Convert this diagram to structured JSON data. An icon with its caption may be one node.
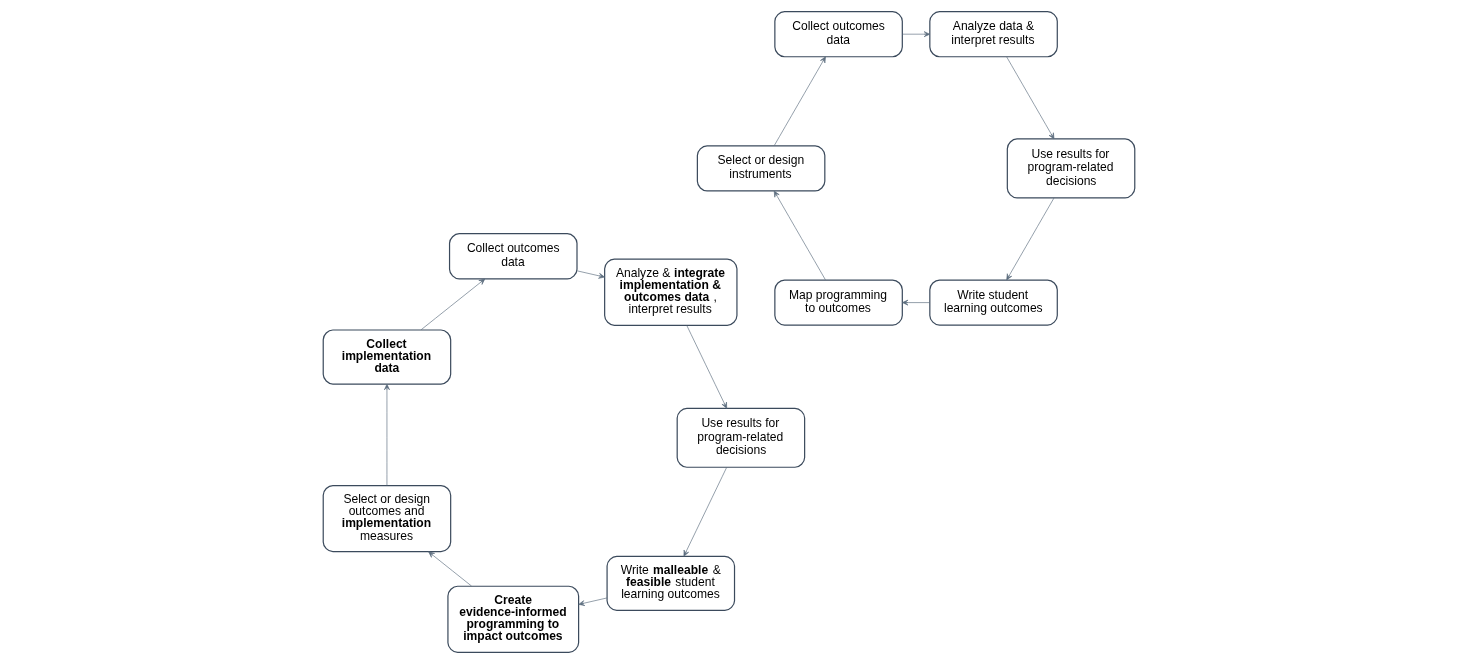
{
  "diagram": {
    "nodes": [
      {
        "text": [
          "Write student learning outcomes"
        ]
      },
      {
        "text": [
          "Map programming to outcomes"
        ]
      },
      {
        "text": [
          "Select or design instruments"
        ]
      },
      {
        "text": [
          "Collect outcomes data"
        ]
      },
      {
        "text": [
          "Analyze data & interpret results"
        ]
      },
      {
        "text": [
          "Use results for program-related decisions"
        ]
      },
      {
        "text": [
          "Write **malleable** & **feasible** student learning outcomes"
        ]
      },
      {
        "text": [
          "Create evidence-informed programming to impact outcomes"
        ]
      },
      {
        "text": [
          "Select or design outcomes and **implementation** measures"
        ]
      },
      {
        "text": [
          "Collect implementation data"
        ]
      },
      {
        "text": [
          "Collect outcomes data"
        ]
      },
      {
        "text": [
          "Analyze & **integrate implementation & outcomes data**, interpret results"
        ]
      },
      {
        "text": [
          "Use results for program-related decisions"
        ]
      }
    ],
    "edges": [
      {
        "from": 0,
        "to": 1,
        "arrow": "to"
      },
      {
        "from": 1,
        "to": 2,
        "arrow": "to"
      },
      {
        "from": 2,
        "to": 3,
        "arrow": "to"
      },
      {
        "from": 3,
        "to": 4,
        "arrow": "to"
      },
      {
        "from": 4,
        "to": 5,
        "arrow": "to"
      },
      {
        "from": 5,
        "to": 0,
        "arrow": "to"
      },
      {
        "from": 6,
        "to": 7,
        "arrow": "to"
      },
      {
        "from": 7,
        "to": 8,
        "arrow": "to"
      },
      {
        "from": 8,
        "to": 9,
        "arrow": "to"
      },
      {
        "from": 9,
        "to": 10,
        "arrow": "to"
      },
      {
        "from": 10,
        "to": 11,
        "arrow": "to"
      },
      {
        "from": 11,
        "to": 12,
        "arrow": "to"
      },
      {
        "from": 12,
        "to": 6,
        "arrow": "to"
      }
    ]
  }
}
